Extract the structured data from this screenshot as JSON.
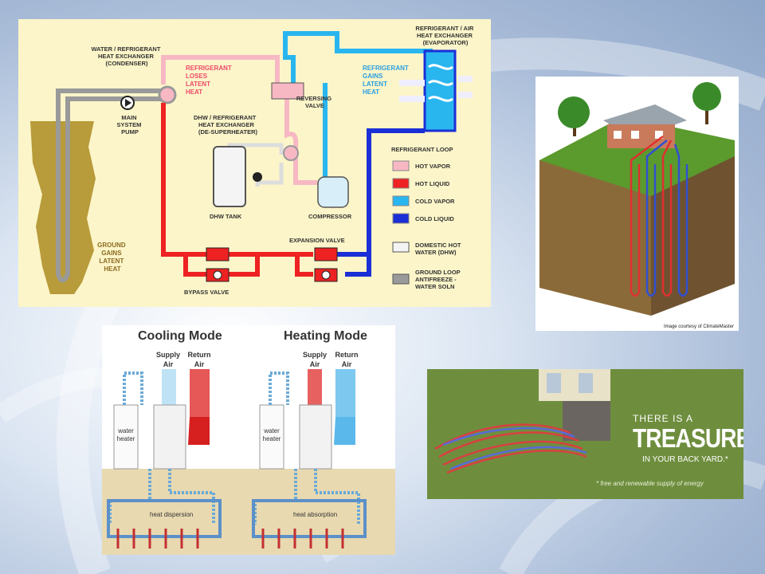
{
  "ground_loop_diagram": {
    "labels": {
      "condenser": [
        "WATER / REFRIGERANT",
        "HEAT EXCHANGER",
        "(CONDENSER)"
      ],
      "evaporator": [
        "REFRIGERANT / AIR",
        "HEAT EXCHANGER",
        "(EVAPORATOR)"
      ],
      "pump": [
        "MAIN",
        "SYSTEM",
        "PUMP"
      ],
      "loses_heat": [
        "REFRIGERANT",
        "LOSES",
        "LATENT",
        "HEAT"
      ],
      "gains_heat": [
        "REFRIGERANT",
        "GAINS",
        "LATENT",
        "HEAT"
      ],
      "reversing_valve": [
        "REVERSING",
        "VALVE"
      ],
      "desuperheater": [
        "DHW / REFRIGERANT",
        "HEAT EXCHANGER",
        "(DE-SUPERHEATER)"
      ],
      "dhw_tank": "DHW TANK",
      "compressor": "COMPRESSOR",
      "expansion_valve": "EXPANSION VALVE",
      "bypass_valve": "BYPASS VALVE",
      "ground_gains": [
        "GROUND",
        "GAINS",
        "LATENT",
        "HEAT"
      ]
    },
    "legend": {
      "title": "REFRIGERANT LOOP",
      "items": [
        {
          "label": "HOT VAPOR",
          "color": "#f7b8c4"
        },
        {
          "label": "HOT LIQUID",
          "color": "#ee2222"
        },
        {
          "label": "COLD VAPOR",
          "color": "#29b6ef"
        },
        {
          "label": "COLD LIQUID",
          "color": "#1a2fd6"
        },
        {
          "label": [
            "DOMESTIC HOT",
            "WATER (DHW)"
          ],
          "color": "#f4f4f4"
        },
        {
          "label": [
            "GROUND LOOP",
            "ANTIFREEZE -",
            "WATER SOLN"
          ],
          "color": "#9a9a9a"
        }
      ]
    }
  },
  "house_image": {
    "credit": "Image courtesy of ClimateMaster"
  },
  "modes_diagram": {
    "cooling": {
      "title": "Cooling Mode",
      "supply": [
        "Supply",
        "Air"
      ],
      "return": [
        "Return",
        "Air"
      ],
      "heater": [
        "water",
        "heater"
      ],
      "ground": "heat dispersion"
    },
    "heating": {
      "title": "Heating Mode",
      "supply": [
        "Supply",
        "Air"
      ],
      "return": [
        "Return",
        "Air"
      ],
      "heater": [
        "water",
        "heater"
      ],
      "ground": "heat absorption"
    }
  },
  "treasure_ad": {
    "line1": "THERE IS A",
    "line2": "TREASURE",
    "line3": "IN YOUR BACK YARD.*",
    "footnote": "* free and renewable supply of energy"
  }
}
